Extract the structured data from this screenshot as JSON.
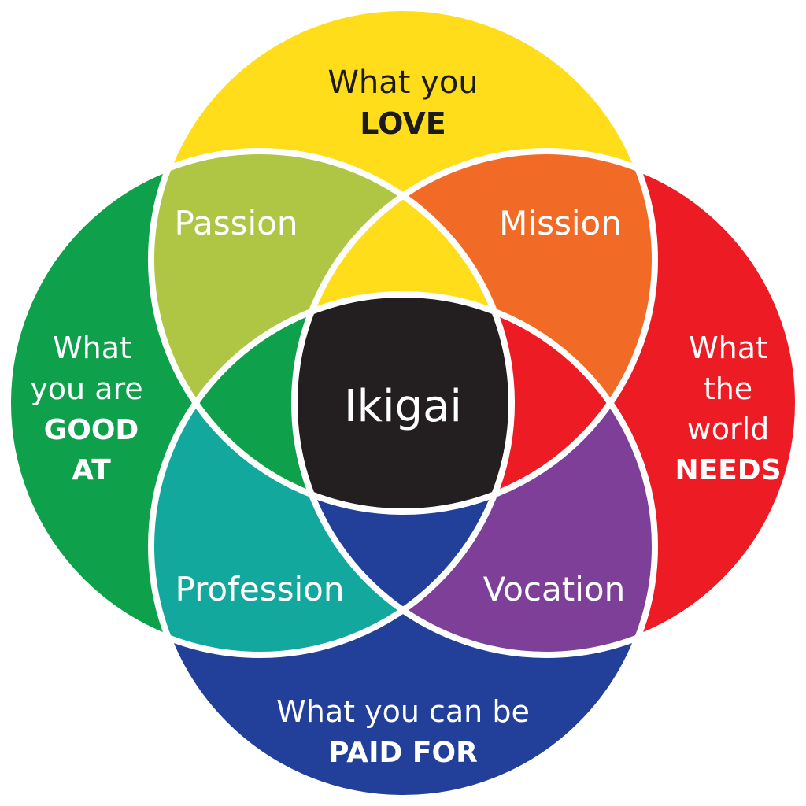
{
  "colors": {
    "love": "#FFDD1B",
    "good_at": "#0EA04A",
    "world_needs": "#ED1C24",
    "paid_for": "#22409A",
    "passion": "#AEC643",
    "mission": "#F26B26",
    "profession": "#13A89E",
    "vocation": "#7E3F98",
    "ikigai": "#231F20",
    "outline": "#FFFFFF"
  },
  "circles": {
    "love": {
      "line1": "What you",
      "line2": "LOVE"
    },
    "good_at": {
      "line1": "What",
      "line2": "you are",
      "line3": "GOOD",
      "line4": "AT"
    },
    "world_needs": {
      "line1": "What",
      "line2": "the",
      "line3": "world",
      "line4": "NEEDS"
    },
    "paid_for": {
      "line1": "What you can be",
      "line2": "PAID FOR"
    }
  },
  "intersections": {
    "passion": "Passion",
    "mission": "Mission",
    "profession": "Profession",
    "vocation": "Vocation"
  },
  "center": {
    "label": "Ikigai"
  }
}
